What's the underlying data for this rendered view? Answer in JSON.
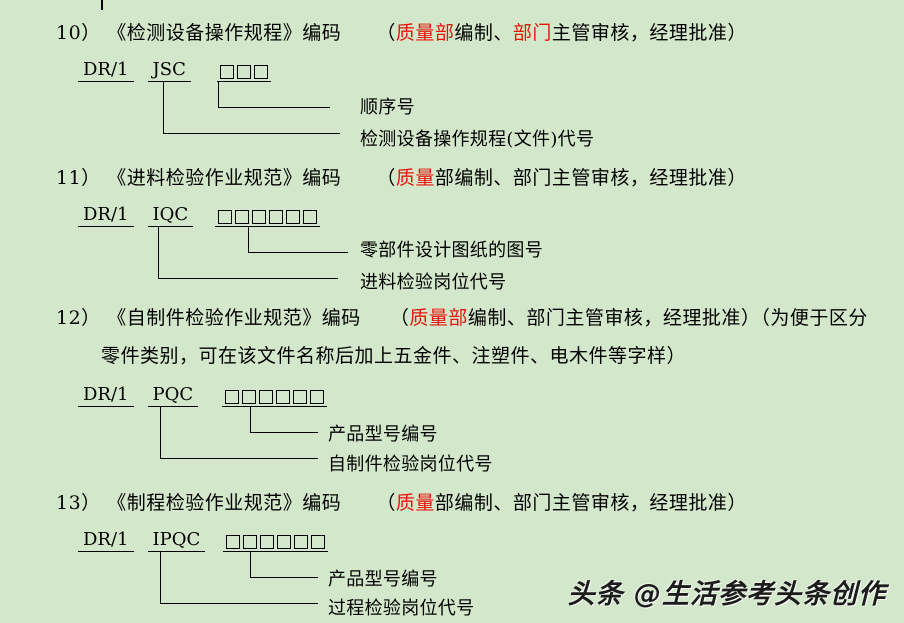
{
  "document": {
    "background_color": "#d3e7ca",
    "red_accent_color": "#e8140c",
    "top_stub": ""
  },
  "items": [
    {
      "number": "10）",
      "title": "《检测设备操作规程》编码",
      "note_open": "（",
      "note_red_1": "质量部",
      "note_mid_1": "编制、",
      "note_red_2": "部门",
      "note_tail": "主管审核，经理批准）",
      "code": {
        "seg1": "DR/1",
        "seg2": "JSC",
        "box_count": 3
      },
      "leaders": [
        {
          "label": "顺序号"
        },
        {
          "label": "检测设备操作规程(文件)代号"
        }
      ]
    },
    {
      "number": "11）",
      "title": "《进料检验作业规范》编码",
      "note_open": "（",
      "note_red_1": "质量",
      "note_tail": "部编制、部门主管审核，经理批准）",
      "code": {
        "seg1": "DR/1",
        "seg2": "IQC",
        "box_count": 6
      },
      "leaders": [
        {
          "label": "零部件设计图纸的图号"
        },
        {
          "label": "进料检验岗位代号"
        }
      ]
    },
    {
      "number": "12）",
      "title": "《自制件检验作业规范》编码",
      "note_open": "（",
      "note_red_1": "质量部",
      "note_tail": "编制、部门主管审核，经理批准）（为便于区分",
      "second_line": "零件类别，可在该文件名称后加上五金件、注塑件、电木件等字样）",
      "code": {
        "seg1": "DR/1",
        "seg2": "PQC",
        "box_count": 6
      },
      "leaders": [
        {
          "label": "产品型号编号"
        },
        {
          "label": "自制件检验岗位代号"
        }
      ]
    },
    {
      "number": "13）",
      "title": "《制程检验作业规范》编码",
      "note_open": "（",
      "note_red_1": "质量",
      "note_tail": "部编制、部门主管审核，经理批准）",
      "code": {
        "seg1": "DR/1",
        "seg2": "IPQC",
        "box_count": 6
      },
      "leaders": [
        {
          "label": "产品型号编号"
        },
        {
          "label": "过程检验岗位代号"
        }
      ]
    }
  ],
  "watermark": {
    "text": "头条 @生活参考头条创作"
  }
}
